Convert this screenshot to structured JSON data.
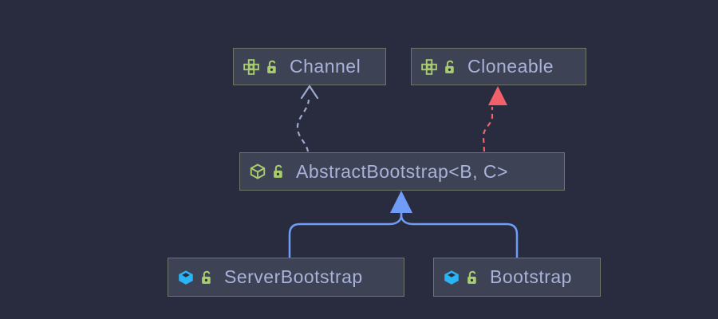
{
  "diagram": {
    "kind": "uml-class-diagram",
    "nodes": [
      {
        "label": "Channel",
        "type": "interface",
        "visibility": "public",
        "type_icon": "interface-icon",
        "visibility_icon": "open-lock-icon"
      },
      {
        "label": "Cloneable",
        "type": "interface",
        "visibility": "public",
        "type_icon": "interface-icon",
        "visibility_icon": "open-lock-icon"
      },
      {
        "label": "AbstractBootstrap<B, C>",
        "type": "abstract-class",
        "visibility": "public",
        "type_icon": "abstract-class-icon",
        "visibility_icon": "open-lock-icon"
      },
      {
        "label": "ServerBootstrap",
        "type": "class",
        "visibility": "public",
        "type_icon": "class-icon",
        "visibility_icon": "open-lock-icon"
      },
      {
        "label": "Bootstrap",
        "type": "class",
        "visibility": "public",
        "type_icon": "class-icon",
        "visibility_icon": "open-lock-icon"
      }
    ],
    "edges": [
      {
        "from": "AbstractBootstrap<B, C>",
        "to": "Channel",
        "relation": "dependency",
        "line": "dashed",
        "arrowhead": "open-v",
        "color": "#9ea8cd"
      },
      {
        "from": "AbstractBootstrap<B, C>",
        "to": "Cloneable",
        "relation": "realization",
        "line": "dashed",
        "arrowhead": "filled-triangle",
        "color": "#f2606a"
      },
      {
        "from": "ServerBootstrap",
        "to": "AbstractBootstrap<B, C>",
        "relation": "inheritance",
        "line": "solid",
        "arrowhead": "filled-triangle",
        "color": "#6f9cf6"
      },
      {
        "from": "Bootstrap",
        "to": "AbstractBootstrap<B, C>",
        "relation": "inheritance",
        "line": "solid",
        "arrowhead": "filled-triangle",
        "color": "#6f9cf6"
      }
    ],
    "colors": {
      "background": "#282c3e",
      "node_fill": "#3d4355",
      "node_border": "#70756a",
      "label_text": "#a9b2d8",
      "icon_green": "#a9cd6e",
      "icon_cyan": "#29b5f5",
      "edge_dependency": "#9ea8cd",
      "edge_realization": "#f2606a",
      "edge_inheritance": "#6f9cf6"
    }
  }
}
